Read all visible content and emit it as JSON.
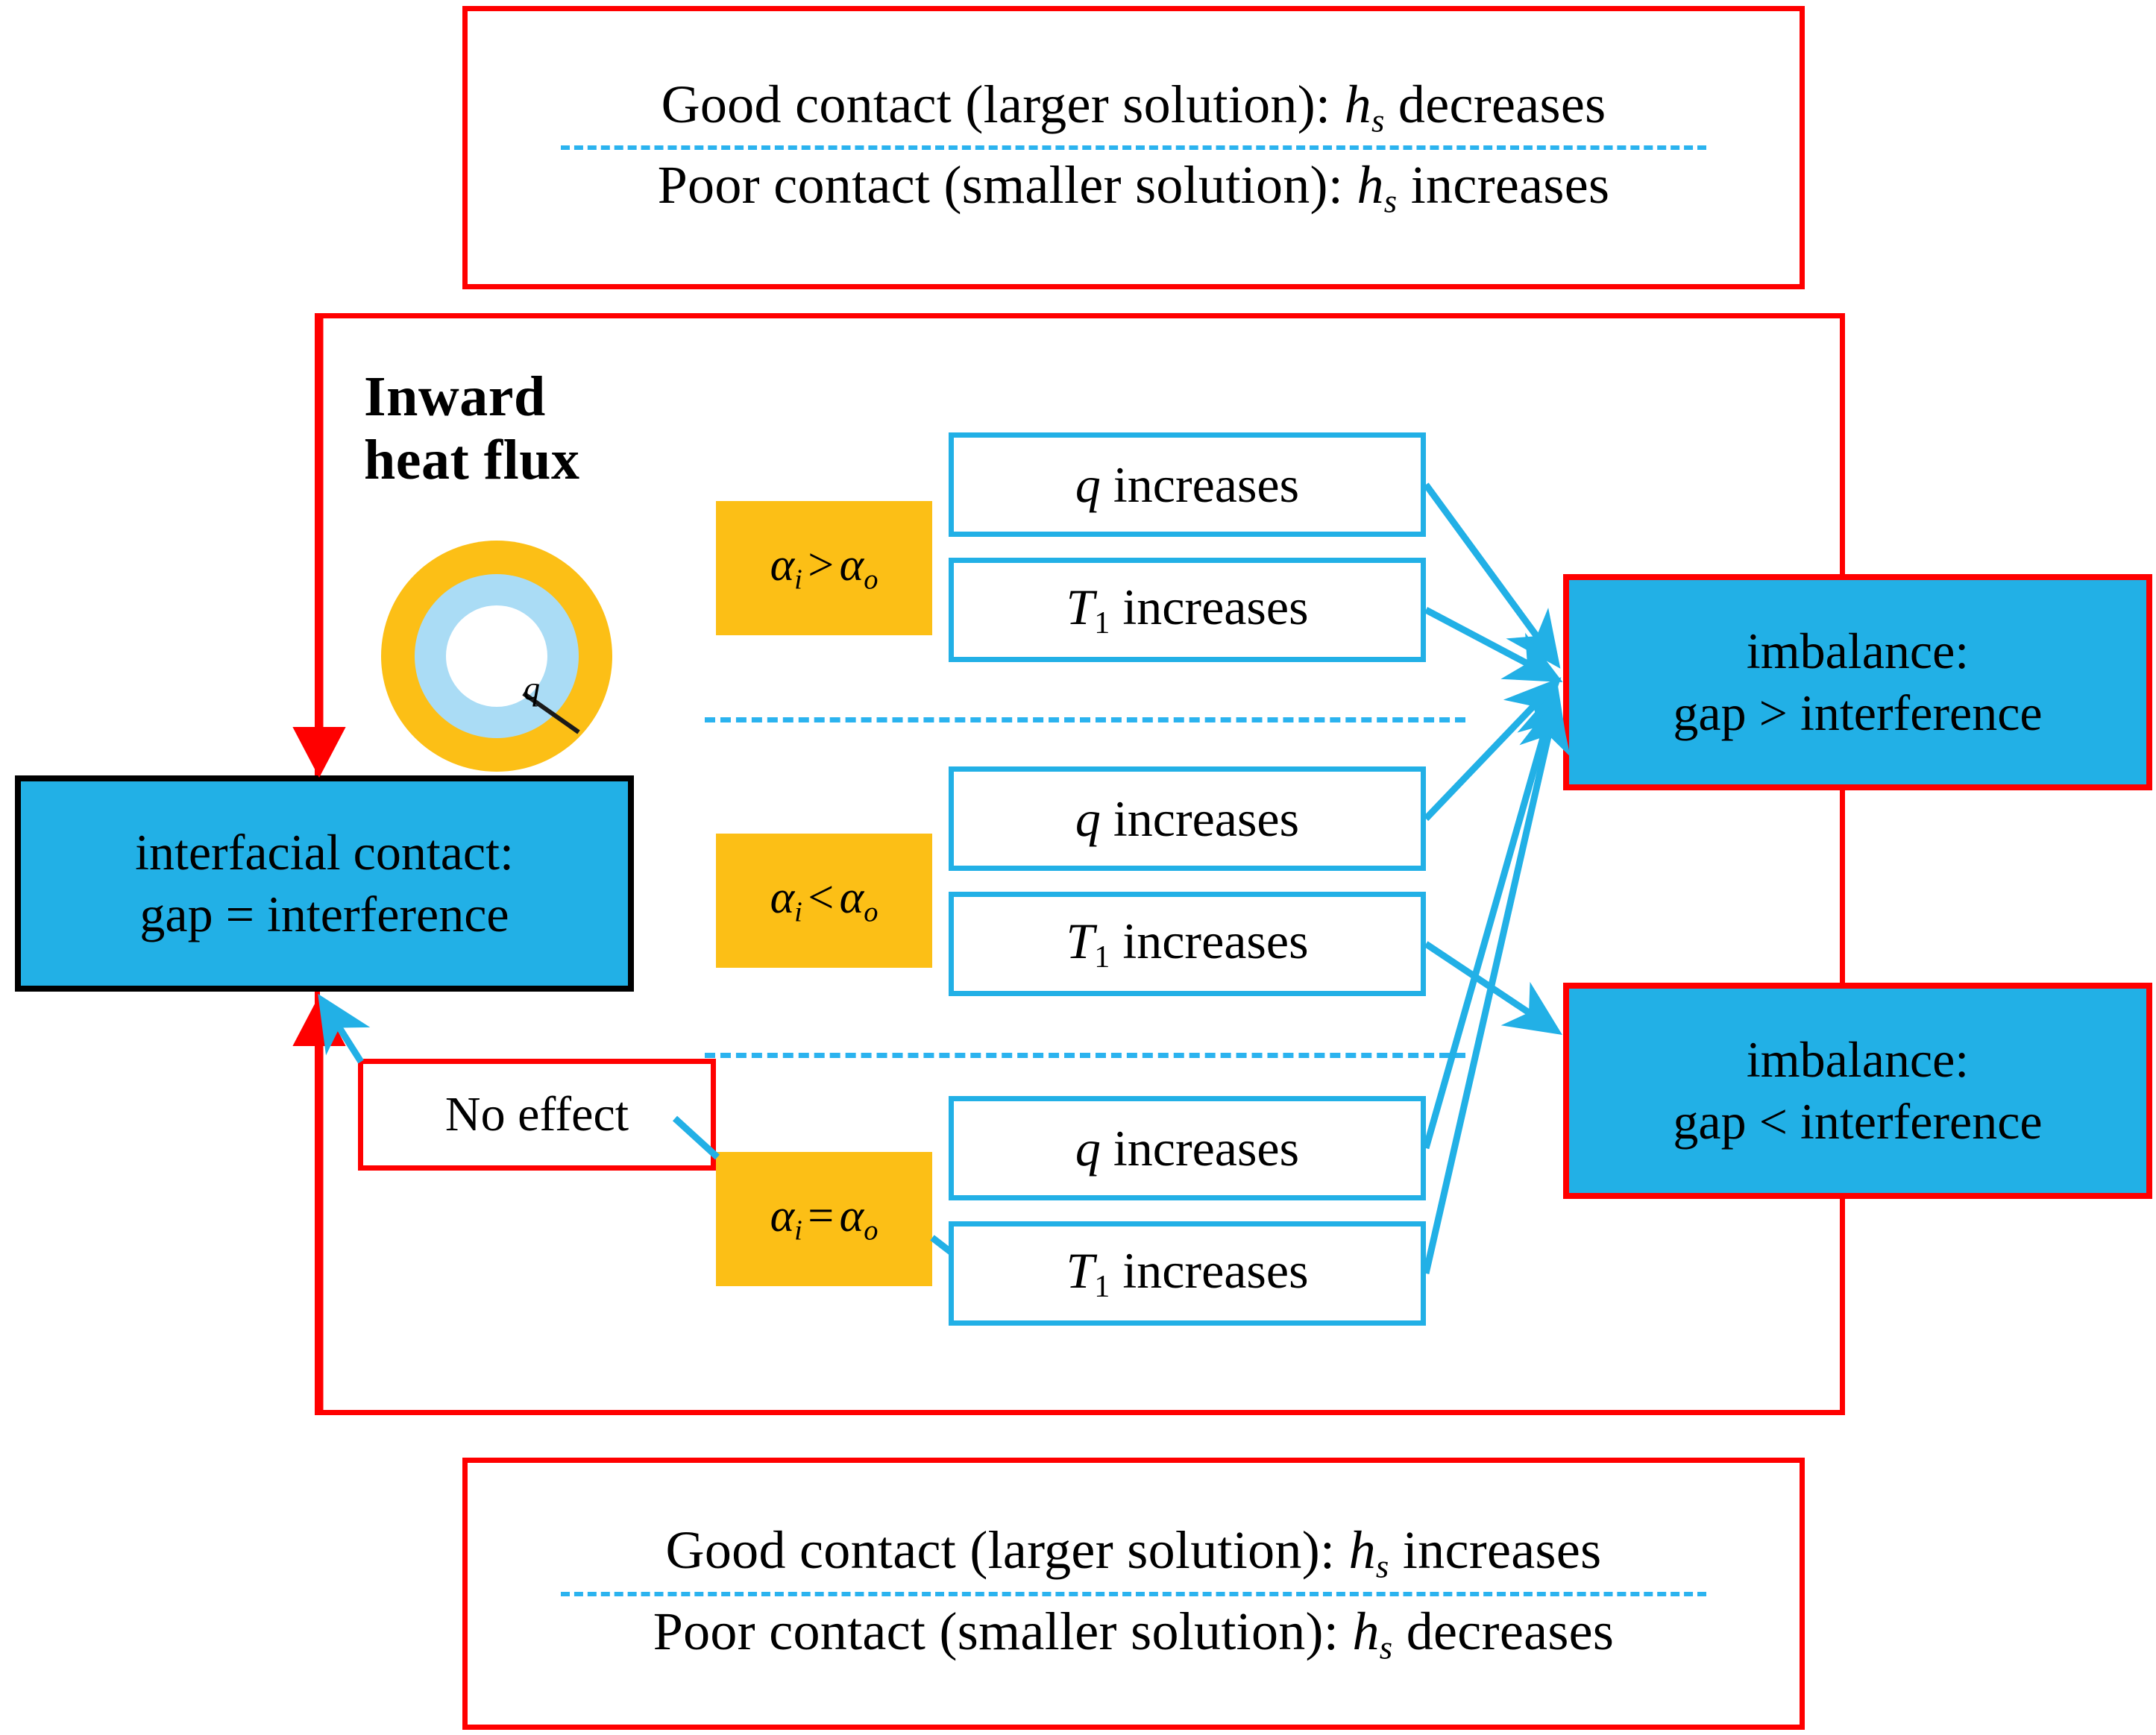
{
  "diagram": {
    "title_note_top": {
      "line1_prefix": "Good contact (larger solution): ",
      "line1_var": "h",
      "line1_sub": "s",
      "line1_suffix": " decreases",
      "line2_prefix": "Poor contact (smaller solution): ",
      "line2_var": "h",
      "line2_sub": "s",
      "line2_suffix": " increases"
    },
    "note_bottom": {
      "line1_prefix": "Good contact (larger solution): ",
      "line1_var": "h",
      "line1_sub": "s",
      "line1_suffix": " increases",
      "line2_prefix": "Poor contact (smaller solution): ",
      "line2_var": "h",
      "line2_sub": "s",
      "line2_suffix": " decreases"
    },
    "heading": "Inward\nheat flux",
    "annulus_label": "q",
    "interfacial_box": {
      "line1": "interfacial contact:",
      "line2": "gap = interference"
    },
    "outcome_top": {
      "line1": "imbalance:",
      "line2": "gap > interference"
    },
    "outcome_bottom": {
      "line1": "imbalance:",
      "line2": "gap < interference"
    },
    "no_effect": "No effect",
    "rows": [
      {
        "condition_left": "α",
        "condition_left_sub": "i",
        "condition_op": ">",
        "condition_right": "α",
        "condition_right_sub": "o",
        "fact_q": "q increases",
        "fact_q_var": "q",
        "fact_q_rest": " increases",
        "fact_t_var": "T",
        "fact_t_sub": "1",
        "fact_t_rest": " increases"
      },
      {
        "condition_left": "α",
        "condition_left_sub": "i",
        "condition_op": "<",
        "condition_right": "α",
        "condition_right_sub": "o",
        "fact_q_var": "q",
        "fact_q_rest": " increases",
        "fact_t_var": "T",
        "fact_t_sub": "1",
        "fact_t_rest": " increases"
      },
      {
        "condition_left": "α",
        "condition_left_sub": "i",
        "condition_op": "=",
        "condition_right": "α",
        "condition_right_sub": "o",
        "fact_q_var": "q",
        "fact_q_rest": " increases",
        "fact_t_var": "T",
        "fact_t_sub": "1",
        "fact_t_rest": " increases"
      }
    ],
    "colors": {
      "red": "#ff0000",
      "cyan": "#22b0e6",
      "cyan_dash": "#2bb3ef",
      "orange": "#fcbf16",
      "blue_fill": "#22b0e6",
      "annulus_outer": "#fcbf16",
      "annulus_inner": "#aadcf5",
      "black": "#000000",
      "white": "#ffffff"
    }
  }
}
